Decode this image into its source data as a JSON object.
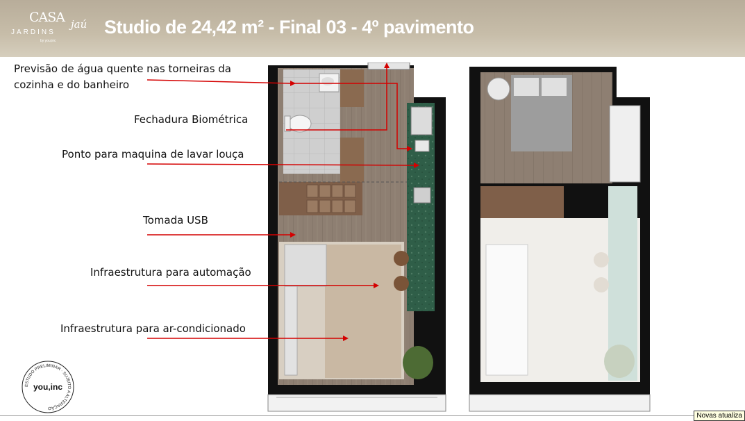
{
  "header": {
    "logo": {
      "brand_top": "CASA",
      "brand_accent": "jaú",
      "brand_middle": "JARDINS",
      "brand_by": "by you,inc"
    },
    "title": "Studio de 24,42 m² - Final 03 - 4º pavimento"
  },
  "annotations": [
    {
      "id": "water",
      "text": "Previsão de água quente nas torneiras da cozinha e do banheiro"
    },
    {
      "id": "lock",
      "text": "Fechadura Biométrica"
    },
    {
      "id": "dishwasher",
      "text": "Ponto para maquina de lavar louça"
    },
    {
      "id": "usb",
      "text": "Tomada USB"
    },
    {
      "id": "automation",
      "text": "Infraestrutura para automação"
    },
    {
      "id": "aircon",
      "text": "Infraestrutura para ar-condicionado"
    }
  ],
  "stamp": {
    "ring_text": "ESTUDO PRELIMINAR · SUJEITO A ALTERAÇÃO",
    "brand": "you,inc"
  },
  "status_tooltip": "Novas atualiza",
  "colors": {
    "header": "#c2b8a4",
    "arrow": "#d40000",
    "wall": "#111111",
    "counter": "#2f5e48",
    "wood": "#8a7060"
  }
}
